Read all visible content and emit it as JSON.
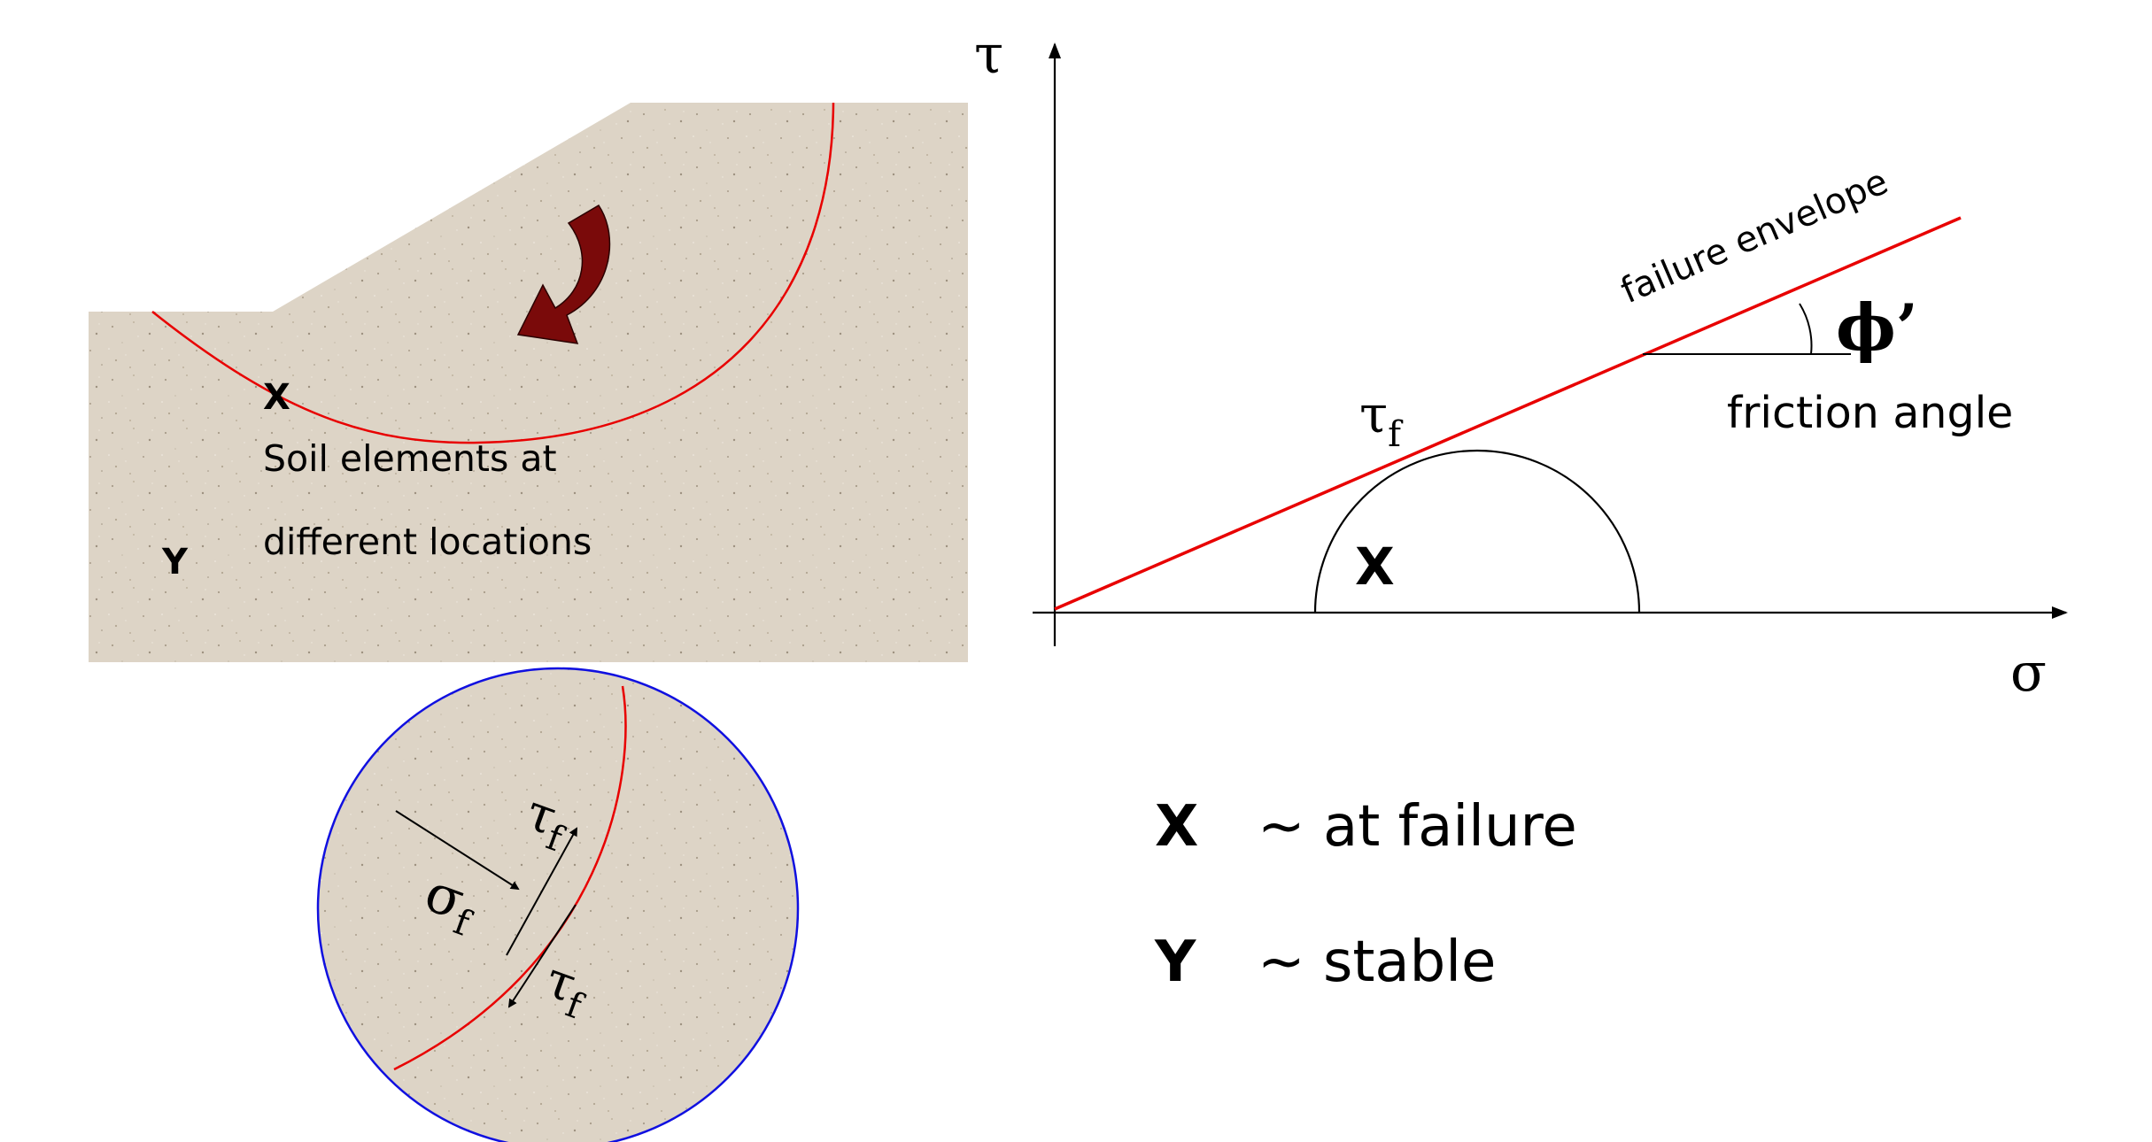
{
  "slope": {
    "point_x_label": "X",
    "point_y_label": "Y",
    "caption_line1": "Soil elements at",
    "caption_line2": "different locations"
  },
  "element": {
    "tau_f_upper": "τ",
    "tau_f_upper_sub": "f",
    "sigma_f": "σ",
    "sigma_f_sub": "f",
    "tau_f_lower": "τ",
    "tau_f_lower_sub": "f"
  },
  "mohr": {
    "y_axis_label": "τ",
    "x_axis_label": "σ",
    "envelope_label": "failure envelope",
    "tau_f": "τ",
    "tau_f_sub": "f",
    "phi_label": "ϕ’",
    "friction_angle_label": "friction angle",
    "circle_label": "X"
  },
  "legend": {
    "x_key": "X",
    "x_desc": "~ at failure",
    "y_key": "Y",
    "y_desc": "~ stable"
  },
  "colors": {
    "soil": "#ddd4c6",
    "failure_line": "#e80000",
    "rotation_arrow": "#7a0a0a",
    "element_outline": "#1010e0",
    "ink": "#000000"
  }
}
